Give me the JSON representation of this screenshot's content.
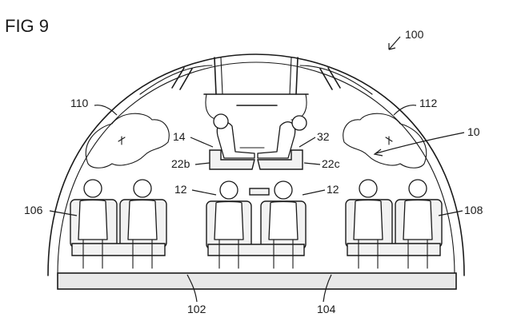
{
  "figure": {
    "title": "FIG 9",
    "labels": {
      "ref_100": "100",
      "ref_110": "110",
      "ref_112": "112",
      "ref_10": "10",
      "ref_14": "14",
      "ref_32": "32",
      "ref_22b": "22b",
      "ref_22c": "22c",
      "ref_12_left": "12",
      "ref_12_right": "12",
      "ref_106": "106",
      "ref_108": "108",
      "ref_102": "102",
      "ref_104": "104"
    }
  }
}
